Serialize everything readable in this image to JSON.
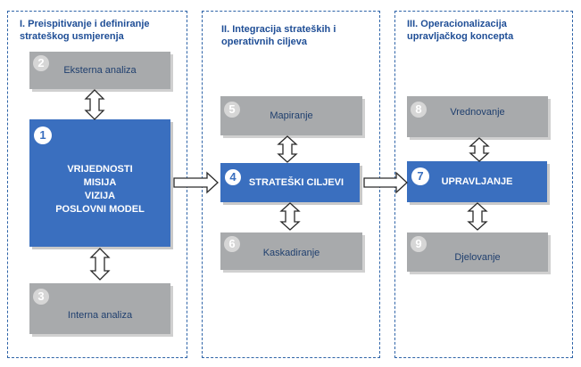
{
  "panels": [
    {
      "title_line1": "I. Preispitivanje i definiranje",
      "title_line2": "strateškog usmjerenja",
      "box_top": {
        "number": "2",
        "label": "Eksterna analiza"
      },
      "box_main": {
        "number": "1",
        "lines": [
          "VRIJEDNOSTI",
          "MISIJA",
          "VIZIJA",
          "POSLOVNI MODEL"
        ]
      },
      "box_bottom": {
        "number": "3",
        "label": "Interna analiza"
      }
    },
    {
      "title_line1": "II. Integracija strateških i",
      "title_line2": "operativnih ciljeva",
      "box_top": {
        "number": "5",
        "label": "Mapiranje"
      },
      "box_main": {
        "number": "4",
        "label": "STRATEŠKI CILJEVI"
      },
      "box_bottom": {
        "number": "6",
        "label": "Kaskadiranje"
      }
    },
    {
      "title_line1": "III. Operacionalizacija",
      "title_line2": "upravljačkog koncepta",
      "box_top": {
        "number": "8",
        "label": "Vrednovanje"
      },
      "box_main": {
        "number": "7",
        "label": "UPRAVLJANJE"
      },
      "box_bottom": {
        "number": "9",
        "label": "Djelovanje"
      }
    }
  ],
  "colors": {
    "panel_border": "#2f64a8",
    "title_text": "#1f4e96",
    "gray_box": "#a8aaac",
    "gray_text": "#1f3f6e",
    "blue_box": "#3a6fbf",
    "badge_gray": "#d6d6d6"
  }
}
